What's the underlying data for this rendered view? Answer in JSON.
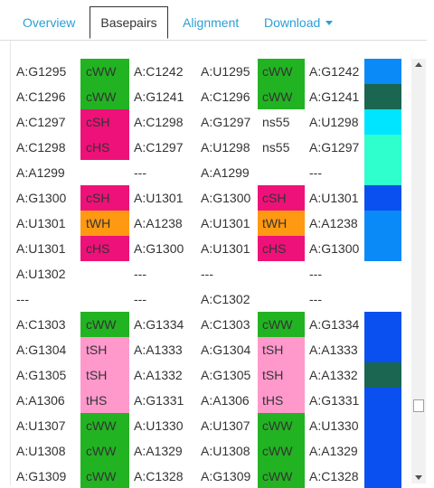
{
  "tabs": [
    {
      "label": "Overview",
      "active": false
    },
    {
      "label": "Basepairs",
      "active": true
    },
    {
      "label": "Alignment",
      "active": false
    },
    {
      "label": "Download",
      "active": false,
      "dropdown": true
    }
  ],
  "colors": {
    "cWW": "#22b322",
    "cSH": "#ee1179",
    "cHS": "#ee1179",
    "tWH": "#ff9911",
    "tSH": "#ff99cc",
    "tHS": "#ff99cc",
    "blue_bright": "#0a8af7",
    "blue_dark": "#0a4ff0",
    "teal_dark": "#1a6650",
    "cyan": "#00e5ff",
    "aquamarine": "#2effcc",
    "link": "#2a9fd6"
  },
  "rows": [
    {
      "res1a": "A:G1295",
      "int_a": "cWW",
      "res2a": "A:C1242",
      "res1b": "A:U1295",
      "int_b": "cWW",
      "res2b": "A:G1242",
      "color": "blue_bright"
    },
    {
      "res1a": "A:C1296",
      "int_a": "cWW",
      "res2a": "A:G1241",
      "res1b": "A:C1296",
      "int_b": "cWW",
      "res2b": "A:G1241",
      "color": "teal_dark"
    },
    {
      "res1a": "A:C1297",
      "int_a": "cSH",
      "res2a": "A:C1298",
      "res1b": "A:G1297",
      "int_b": "ns55",
      "res2b": "A:U1298",
      "color": "cyan"
    },
    {
      "res1a": "A:C1298",
      "int_a": "cHS",
      "res2a": "A:C1297",
      "res1b": "A:U1298",
      "int_b": "ns55",
      "res2b": "A:G1297",
      "color": "aquamarine"
    },
    {
      "res1a": "A:A1299",
      "int_a": "",
      "res2a": "---",
      "res1b": "A:A1299",
      "int_b": "",
      "res2b": "---",
      "color": "aquamarine"
    },
    {
      "res1a": "A:G1300",
      "int_a": "cSH",
      "res2a": "A:U1301",
      "res1b": "A:G1300",
      "int_b": "cSH",
      "res2b": "A:U1301",
      "color": "blue_dark"
    },
    {
      "res1a": "A:U1301",
      "int_a": "tWH",
      "res2a": "A:A1238",
      "res1b": "A:U1301",
      "int_b": "tWH",
      "res2b": "A:A1238",
      "color": "blue_bright"
    },
    {
      "res1a": "A:U1301",
      "int_a": "cHS",
      "res2a": "A:G1300",
      "res1b": "A:U1301",
      "int_b": "cHS",
      "res2b": "A:G1300",
      "color": "blue_bright"
    },
    {
      "res1a": "A:U1302",
      "int_a": "",
      "res2a": "---",
      "res1b": "---",
      "int_b": "",
      "res2b": "---",
      "color": ""
    },
    {
      "res1a": "---",
      "int_a": "",
      "res2a": "---",
      "res1b": "A:C1302",
      "int_b": "",
      "res2b": "---",
      "color": ""
    },
    {
      "res1a": "A:C1303",
      "int_a": "cWW",
      "res2a": "A:G1334",
      "res1b": "A:C1303",
      "int_b": "cWW",
      "res2b": "A:G1334",
      "color": "blue_dark"
    },
    {
      "res1a": "A:G1304",
      "int_a": "tSH",
      "res2a": "A:A1333",
      "res1b": "A:G1304",
      "int_b": "tSH",
      "res2b": "A:A1333",
      "color": "blue_dark"
    },
    {
      "res1a": "A:G1305",
      "int_a": "tSH",
      "res2a": "A:A1332",
      "res1b": "A:G1305",
      "int_b": "tSH",
      "res2b": "A:A1332",
      "color": "teal_dark"
    },
    {
      "res1a": "A:A1306",
      "int_a": "tHS",
      "res2a": "A:G1331",
      "res1b": "A:A1306",
      "int_b": "tHS",
      "res2b": "A:G1331",
      "color": "blue_dark"
    },
    {
      "res1a": "A:U1307",
      "int_a": "cWW",
      "res2a": "A:U1330",
      "res1b": "A:U1307",
      "int_b": "cWW",
      "res2b": "A:U1330",
      "color": "blue_dark"
    },
    {
      "res1a": "A:U1308",
      "int_a": "cWW",
      "res2a": "A:A1329",
      "res1b": "A:U1308",
      "int_b": "cWW",
      "res2b": "A:A1329",
      "color": "blue_dark"
    },
    {
      "res1a": "A:G1309",
      "int_a": "cWW",
      "res2a": "A:C1328",
      "res1b": "A:G1309",
      "int_b": "cWW",
      "res2b": "A:C1328",
      "color": "blue_dark"
    }
  ]
}
